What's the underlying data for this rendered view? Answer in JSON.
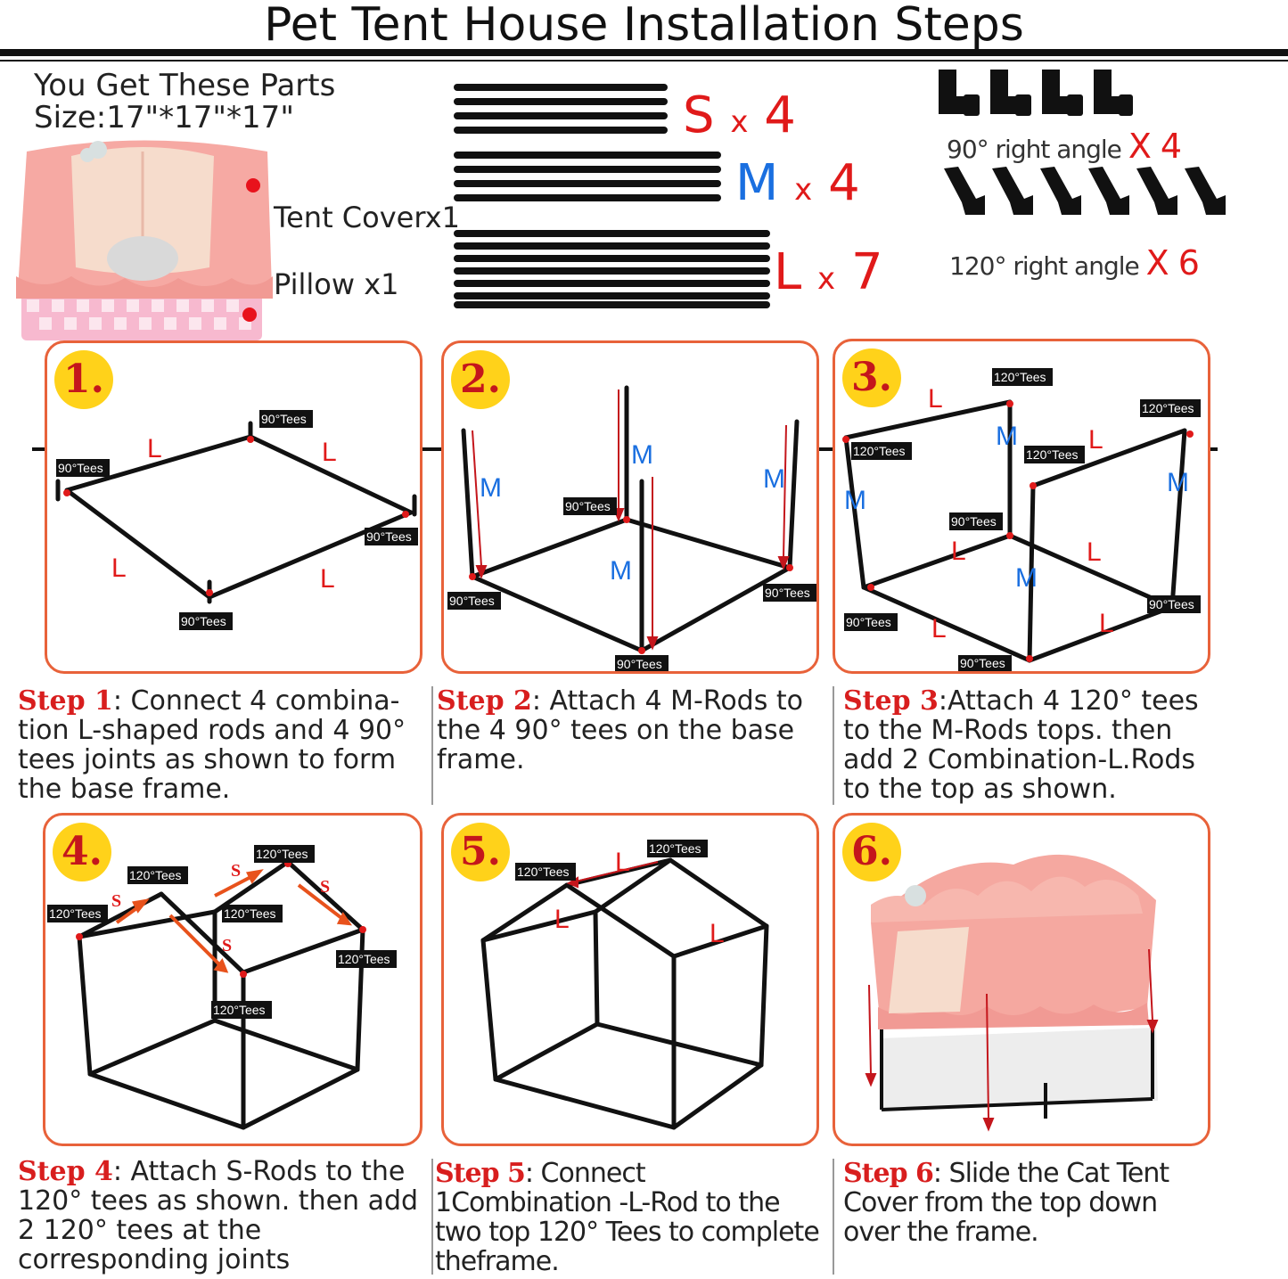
{
  "title": "Pet Tent House Installation Steps",
  "parts": {
    "heading": "You Get These Parts",
    "size": "Size:17\"*17\"*17\"",
    "tent_cover": "Tent Coverx1",
    "pillow": "Pillow x1"
  },
  "rods": {
    "s": {
      "letter": "S",
      "times": "x",
      "count": "4",
      "color": "#e01a1a"
    },
    "m": {
      "letter": "M",
      "times": "x",
      "count": "4",
      "color": "#1a6fe0"
    },
    "l": {
      "letter": "L",
      "times": "x",
      "count": "7",
      "color": "#e01a1a"
    }
  },
  "fittings": {
    "ninety": {
      "label": "90°  right angle",
      "count": "X 4"
    },
    "one_twenty": {
      "label": "120°  right angle",
      "count": "X 6"
    }
  },
  "tees": {
    "t90": "90°Tees",
    "t120": "120°Tees"
  },
  "letters": {
    "l": "L",
    "m": "M",
    "s": "S"
  },
  "panels": {
    "p1": "1.",
    "p2": "2.",
    "p3": "3.",
    "p4": "4.",
    "p5": "5.",
    "p6": "6."
  },
  "steps": {
    "s1": {
      "label": "Step 1",
      "text": ": Connect 4 combina-tion L-shaped rods and 4 90° tees joints as shown to form the base frame."
    },
    "s2": {
      "label": "Step 2",
      "text": ": Attach 4 M-Rods to the 4 90°  tees on the base frame."
    },
    "s3": {
      "label": "Step 3",
      "text": ":Attach 4 120°  tees to the M-Rods tops. then add 2 Combination-L.Rods to the top as shown."
    },
    "s4": {
      "label": "Step 4",
      "text": ":  Attach S-Rods to the 120°  tees as shown. then add 2 120°  tees at the corresponding joints"
    },
    "s5": {
      "label": "Step 5",
      "text": ": Connect 1Combination -L-Rod to the two top 120°  Tees to complete theframe."
    },
    "s6": {
      "label": "Step 6",
      "text": ": Slide the Cat Tent Cover from the top down over the frame."
    }
  },
  "colors": {
    "red": "#e01a1a",
    "blue": "#1a6fe0",
    "panel_border": "#e8623a",
    "badge": "#ffd21a"
  }
}
